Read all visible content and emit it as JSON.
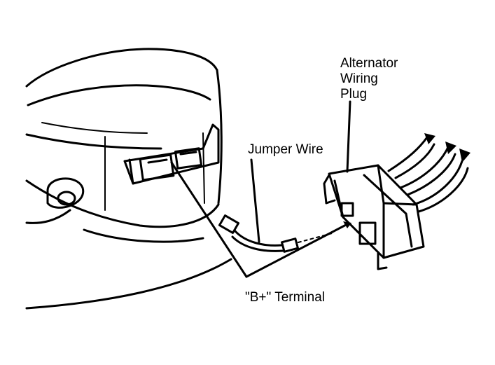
{
  "labels": {
    "alternator_wiring_plug": [
      "Alternator",
      "Wiring",
      "Plug"
    ],
    "jumper_wire": "Jumper Wire",
    "b_plus_terminal": "\"B+\" Terminal"
  },
  "colors": {
    "ink": "#000000",
    "paper": "#ffffff"
  }
}
